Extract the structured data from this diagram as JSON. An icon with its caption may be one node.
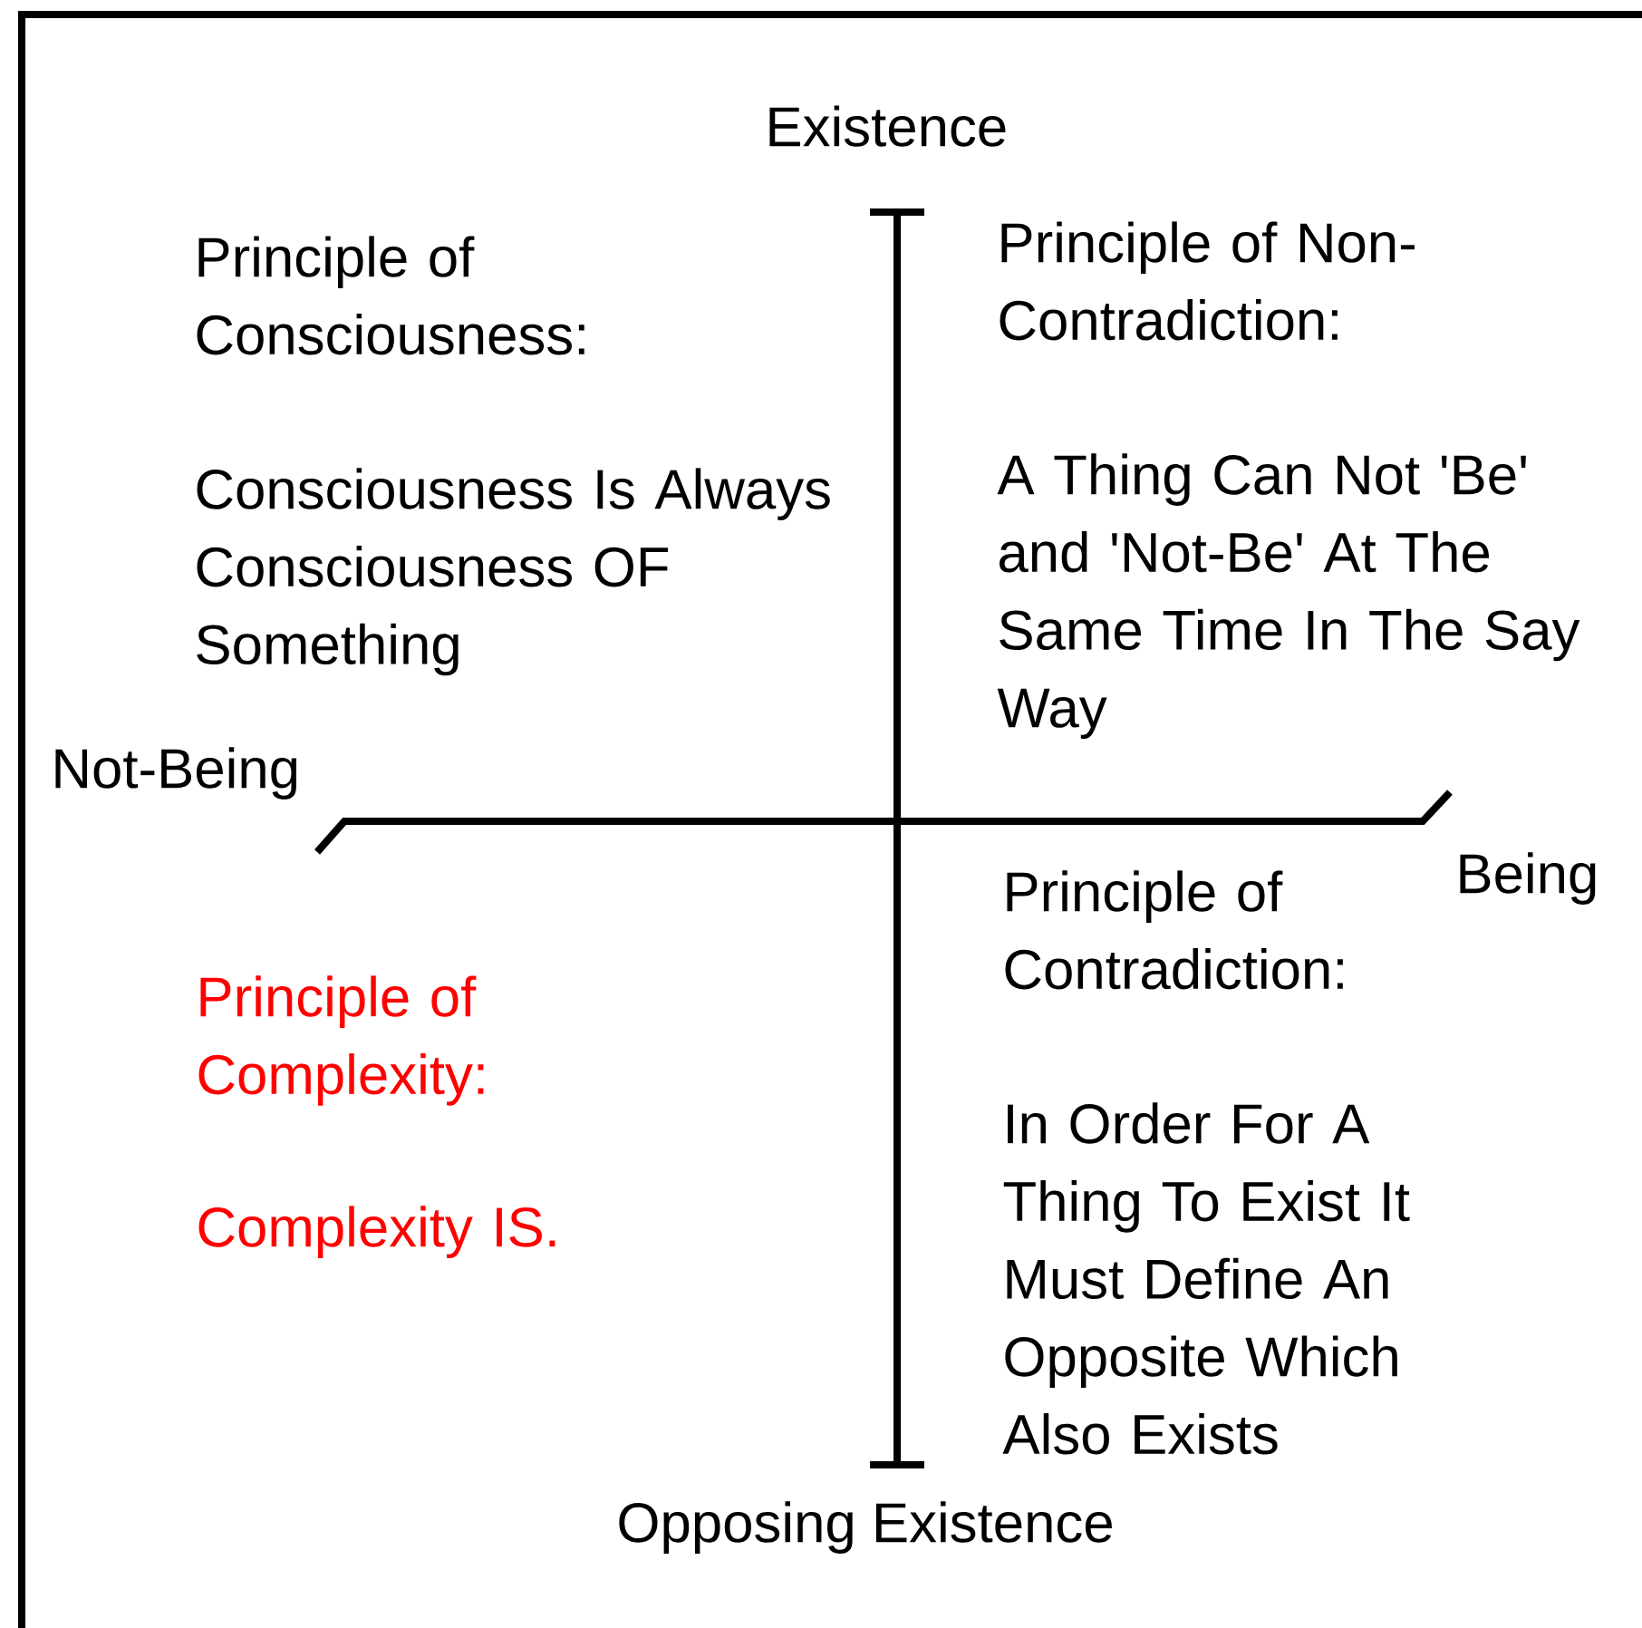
{
  "diagram": {
    "labels": [
      "Existence",
      "Principle of Consciousness:",
      "Consciousness Is Always Consciousness OF Something",
      "Principle of Non-Contradiction:",
      "A Thing Can Not 'Be' and 'Not-Be' At The Same Time In The Say Way",
      "Not-Being",
      "Being",
      "Principle of Contradiction:",
      "In Order For A Thing To Exist It Must Define An Opposite Which Also Exists",
      "Principle of Complexity:",
      "Complexity IS.",
      "Opposing Existence"
    ]
  }
}
